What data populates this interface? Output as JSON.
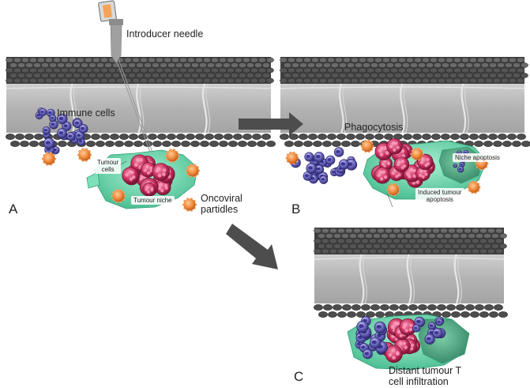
{
  "labels": {
    "needle": "Introducer needle",
    "immune": "Immune cells",
    "tumour_cells": "Tumour\ncells",
    "tumour_niche": "Tumour niche",
    "oncoviral": "Oncoviral\npartidles",
    "phagocytosis": "Phagocytosis",
    "niche_apoptosis": "Niche apoptosis",
    "induced_apoptosis": "Induced tumour\napoptosis",
    "distant": "Distant tumour T\ncell infiltration"
  },
  "panels": {
    "a": "A",
    "b": "B",
    "c": "C"
  },
  "colors": {
    "tissue": "#b9b9b9",
    "tissue_dark": "#4a4a4a",
    "niche": "#6fd3ae",
    "tumour": "#c9305e",
    "immune": "#5a57a8",
    "virus": "#f08a3c",
    "arrow": "#4d4d4d"
  }
}
